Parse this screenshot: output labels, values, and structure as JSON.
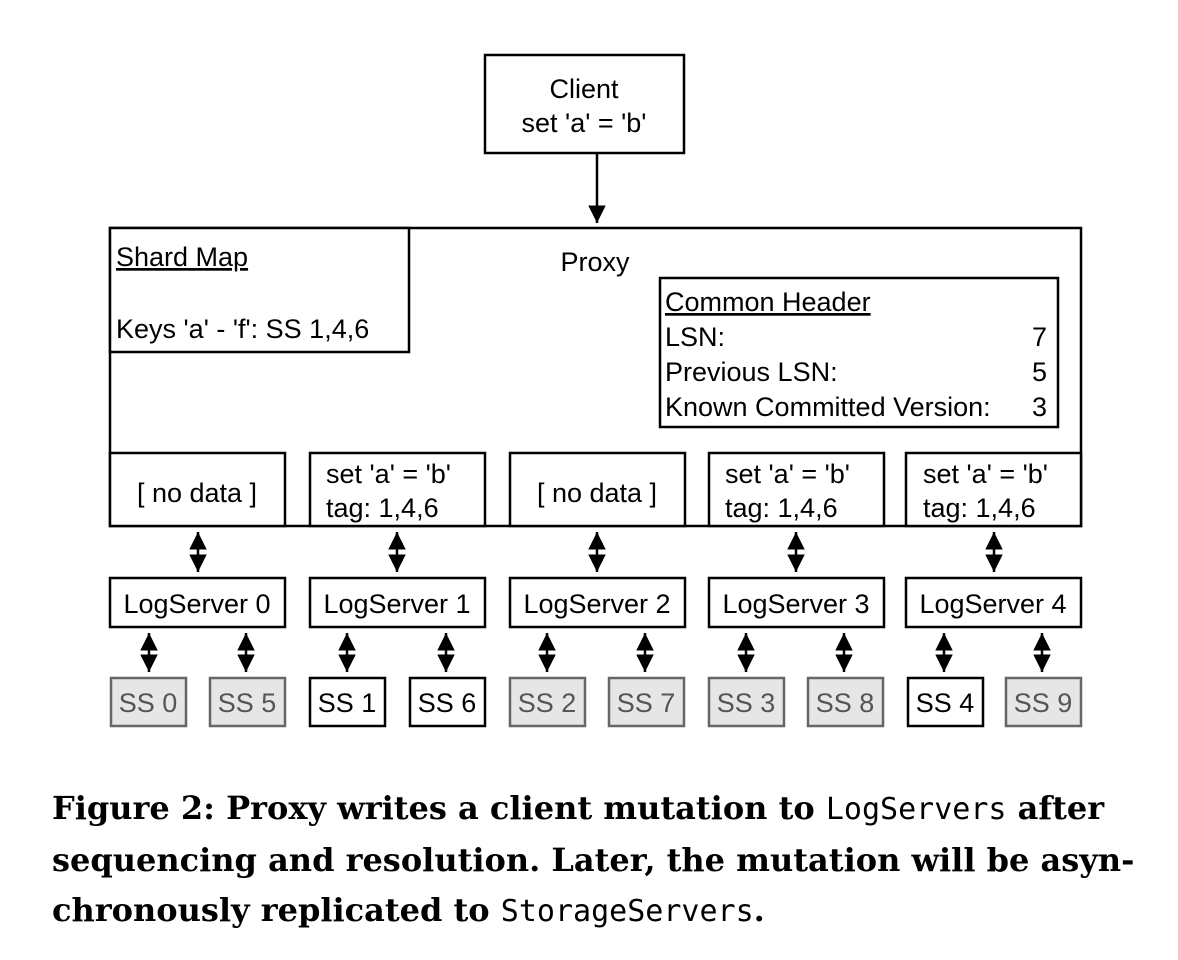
{
  "diagram": {
    "client": {
      "line1": "Client",
      "line2": "set 'a' = 'b'"
    },
    "proxy": {
      "label": "Proxy"
    },
    "shard_map": {
      "title": "Shard Map",
      "entry": "Keys 'a' - 'f': SS 1,4,6"
    },
    "common_header": {
      "title": "Common Header",
      "rows": [
        {
          "label": "LSN:",
          "value": "7"
        },
        {
          "label": "Previous LSN:",
          "value": "5"
        },
        {
          "label": "Known Committed Version:",
          "value": "3"
        }
      ]
    },
    "buffers": [
      {
        "line1": "[ no data ]",
        "line2": ""
      },
      {
        "line1": "set 'a' = 'b'",
        "line2": "tag: 1,4,6"
      },
      {
        "line1": "[ no data ]",
        "line2": ""
      },
      {
        "line1": "set 'a' = 'b'",
        "line2": "tag: 1,4,6"
      },
      {
        "line1": "set 'a' = 'b'",
        "line2": "tag: 1,4,6"
      }
    ],
    "log_servers": [
      "LogServer 0",
      "LogServer 1",
      "LogServer 2",
      "LogServer 3",
      "LogServer 4"
    ],
    "storage_servers": [
      {
        "label": "SS 0",
        "active": false
      },
      {
        "label": "SS 5",
        "active": false
      },
      {
        "label": "SS 1",
        "active": true
      },
      {
        "label": "SS 6",
        "active": true
      },
      {
        "label": "SS 2",
        "active": false
      },
      {
        "label": "SS 7",
        "active": false
      },
      {
        "label": "SS 3",
        "active": false
      },
      {
        "label": "SS 8",
        "active": false
      },
      {
        "label": "SS 4",
        "active": true
      },
      {
        "label": "SS 9",
        "active": false
      }
    ],
    "colors": {
      "inactive_fill": "#e6e6e6",
      "inactive_stroke": "#666666",
      "active_fill": "#ffffff",
      "active_stroke": "#000000"
    }
  },
  "caption": {
    "part1": "Figure 2: Proxy writes a client mutation to ",
    "code1": "LogServers",
    "part2": " after sequencing and resolution. Later, the mutation will be asyn-chronously replicated to ",
    "code2": "StorageServers",
    "part3": "."
  }
}
